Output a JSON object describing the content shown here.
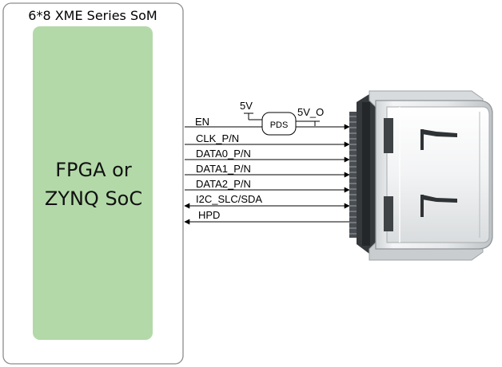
{
  "som": {
    "title": "6*8 XME Series SoM"
  },
  "chip": {
    "line1": "FPGA or",
    "line2": "ZYNQ SoC",
    "fill": "#b3d9a8"
  },
  "power": {
    "input_label": "5V",
    "switch_label": "PDS",
    "output_label": "5V_O"
  },
  "signals": [
    {
      "label": "EN",
      "direction": "out"
    },
    {
      "label": "CLK_P/N",
      "direction": "out"
    },
    {
      "label": "DATA0_P/N",
      "direction": "out"
    },
    {
      "label": "DATA1_P/N",
      "direction": "out"
    },
    {
      "label": "DATA2_P/N",
      "direction": "out"
    },
    {
      "label": "I2C_SLC/SDA",
      "direction": "bidirectional"
    },
    {
      "label": "HPD",
      "direction": "in"
    }
  ],
  "connector": {
    "icon": "hdmi-connector-icon"
  }
}
